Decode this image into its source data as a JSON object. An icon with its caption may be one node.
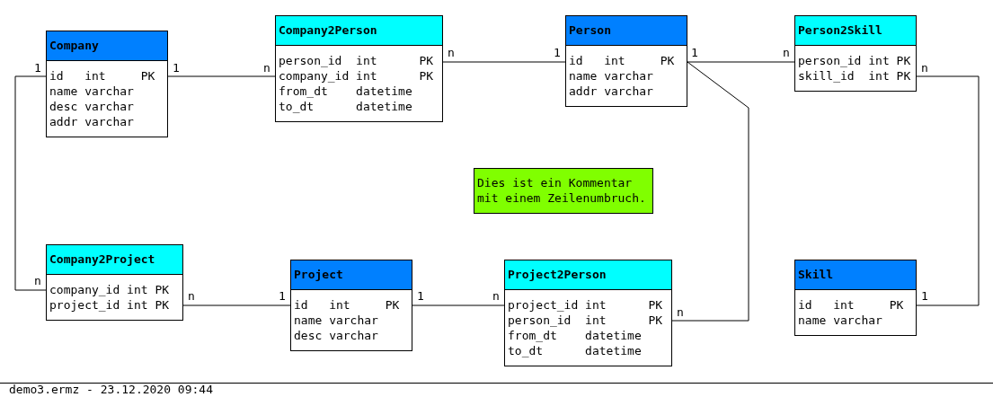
{
  "diagram": {
    "nodes": [
      {
        "text": [
          "Company",
          "id   int     PK",
          "name varchar",
          "desc varchar",
          "addr varchar"
        ]
      },
      {
        "text": [
          "Company2Person",
          "person_id  int      PK",
          "company_id int      PK",
          "from_dt    datetime",
          "to_dt      datetime"
        ]
      },
      {
        "text": [
          "Person",
          "id   int     PK",
          "name varchar",
          "addr varchar"
        ]
      },
      {
        "text": [
          "Person2Skill",
          "person_id int PK",
          "skill_id  int PK"
        ]
      },
      {
        "text": [
          "Dies ist ein Kommentar mit einem Zeilenumbruch."
        ]
      },
      {
        "text": [
          "Company2Project",
          "company_id int PK",
          "project_id int PK"
        ]
      },
      {
        "text": [
          "Project",
          "id   int     PK",
          "name varchar",
          "desc varchar"
        ]
      },
      {
        "text": [
          "Project2Person",
          "project_id int      PK",
          "person_id  int      PK",
          "from_dt    datetime",
          "to_dt      datetime"
        ]
      },
      {
        "text": [
          "Skill",
          "id   int     PK",
          "name varchar"
        ]
      }
    ],
    "edges": [
      {
        "from": 0,
        "to": 1,
        "arrow": "none"
      },
      {
        "from": 0,
        "to": 5,
        "arrow": "none"
      },
      {
        "from": 2,
        "to": 1,
        "arrow": "none"
      },
      {
        "from": 2,
        "to": 3,
        "arrow": "none"
      },
      {
        "from": 2,
        "to": 7,
        "arrow": "none"
      },
      {
        "from": 6,
        "to": 5,
        "arrow": "none"
      },
      {
        "from": 6,
        "to": 7,
        "arrow": "none"
      },
      {
        "from": 8,
        "to": 3,
        "arrow": "none"
      }
    ],
    "labels": [
      "1",
      "1",
      "n",
      "n",
      "1",
      "1",
      "n",
      "n",
      "n",
      "n",
      "1",
      "1",
      "n",
      "n",
      "1",
      "demo3.ermz - 23.12.2020 09:44"
    ]
  }
}
